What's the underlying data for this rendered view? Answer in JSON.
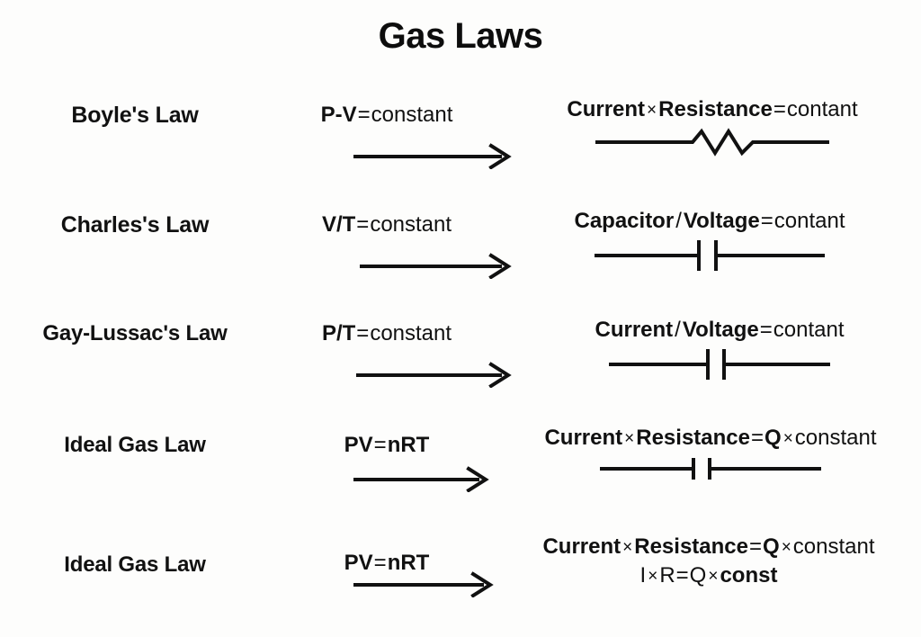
{
  "title": "Gas Laws",
  "background_color": "#fdfdfc",
  "text_color": "#111111",
  "rows": [
    {
      "law_name": "Boyle's Law",
      "gas_formula": {
        "lhs": "P-V",
        "equals": "=",
        "rhs": "constant",
        "full": "P-V = constant"
      },
      "arrow": "right-arrow",
      "circuit": {
        "line1": {
          "term1": "Current",
          "operator": "×",
          "term2": "Resistance",
          "equals": "=",
          "result": "contant",
          "full": "Current × Resistance = contant"
        },
        "symbol": "resistor-symbol"
      }
    },
    {
      "law_name": "Charles's Law",
      "gas_formula": {
        "lhs": "V/T",
        "equals": "=",
        "rhs": "constant",
        "full": "V/T = constant"
      },
      "arrow": "right-arrow",
      "circuit": {
        "line1": {
          "term1": "Capacitor",
          "operator": "/",
          "term2": "Voltage",
          "equals": "=",
          "result": "contant",
          "full": "Capacitor / Voltage = contant"
        },
        "symbol": "capacitor-symbol"
      }
    },
    {
      "law_name": "Gay-Lussac's Law",
      "gas_formula": {
        "lhs": "P/T",
        "equals": "=",
        "rhs": "constant",
        "full": "P/T = constant"
      },
      "arrow": "right-arrow",
      "circuit": {
        "line1": {
          "term1": "Current",
          "operator": "/",
          "term2": "Voltage",
          "equals": "=",
          "result": "contant",
          "full": "Current / Voltage = contant"
        },
        "symbol": "capacitor-symbol"
      }
    },
    {
      "law_name": "Ideal Gas Law",
      "gas_formula": {
        "lhs": "PV",
        "equals": "=",
        "rhs": "nRT",
        "full": "PV = nRT"
      },
      "arrow": "right-arrow",
      "circuit": {
        "line1": {
          "term1": "Current",
          "operator": "×",
          "term2": "Resistance",
          "equals": "=",
          "result_symbol": "Q",
          "result_operator": "×",
          "result": "constant",
          "full": "Current × Resistance = Q × constant"
        },
        "symbol": "capacitor-symbol"
      }
    },
    {
      "law_name": "Ideal Gas Law",
      "gas_formula": {
        "lhs": "PV",
        "equals": "=",
        "rhs": "nRT",
        "full": "PV = nRT"
      },
      "arrow": "right-arrow",
      "circuit": {
        "line1": {
          "term1": "Current",
          "operator": "×",
          "term2": "Resistance",
          "equals": "=",
          "result_symbol": "Q",
          "result_operator": "×",
          "result": "constant",
          "full": "Current × Resistance = Q × constant"
        },
        "line2": {
          "term1": "I",
          "operator": "×",
          "term2": "R",
          "equals": "=",
          "result_symbol": "Q",
          "result_operator": "×",
          "result": "const",
          "full": "I × R = Q × const"
        },
        "symbol": "none"
      }
    }
  ]
}
